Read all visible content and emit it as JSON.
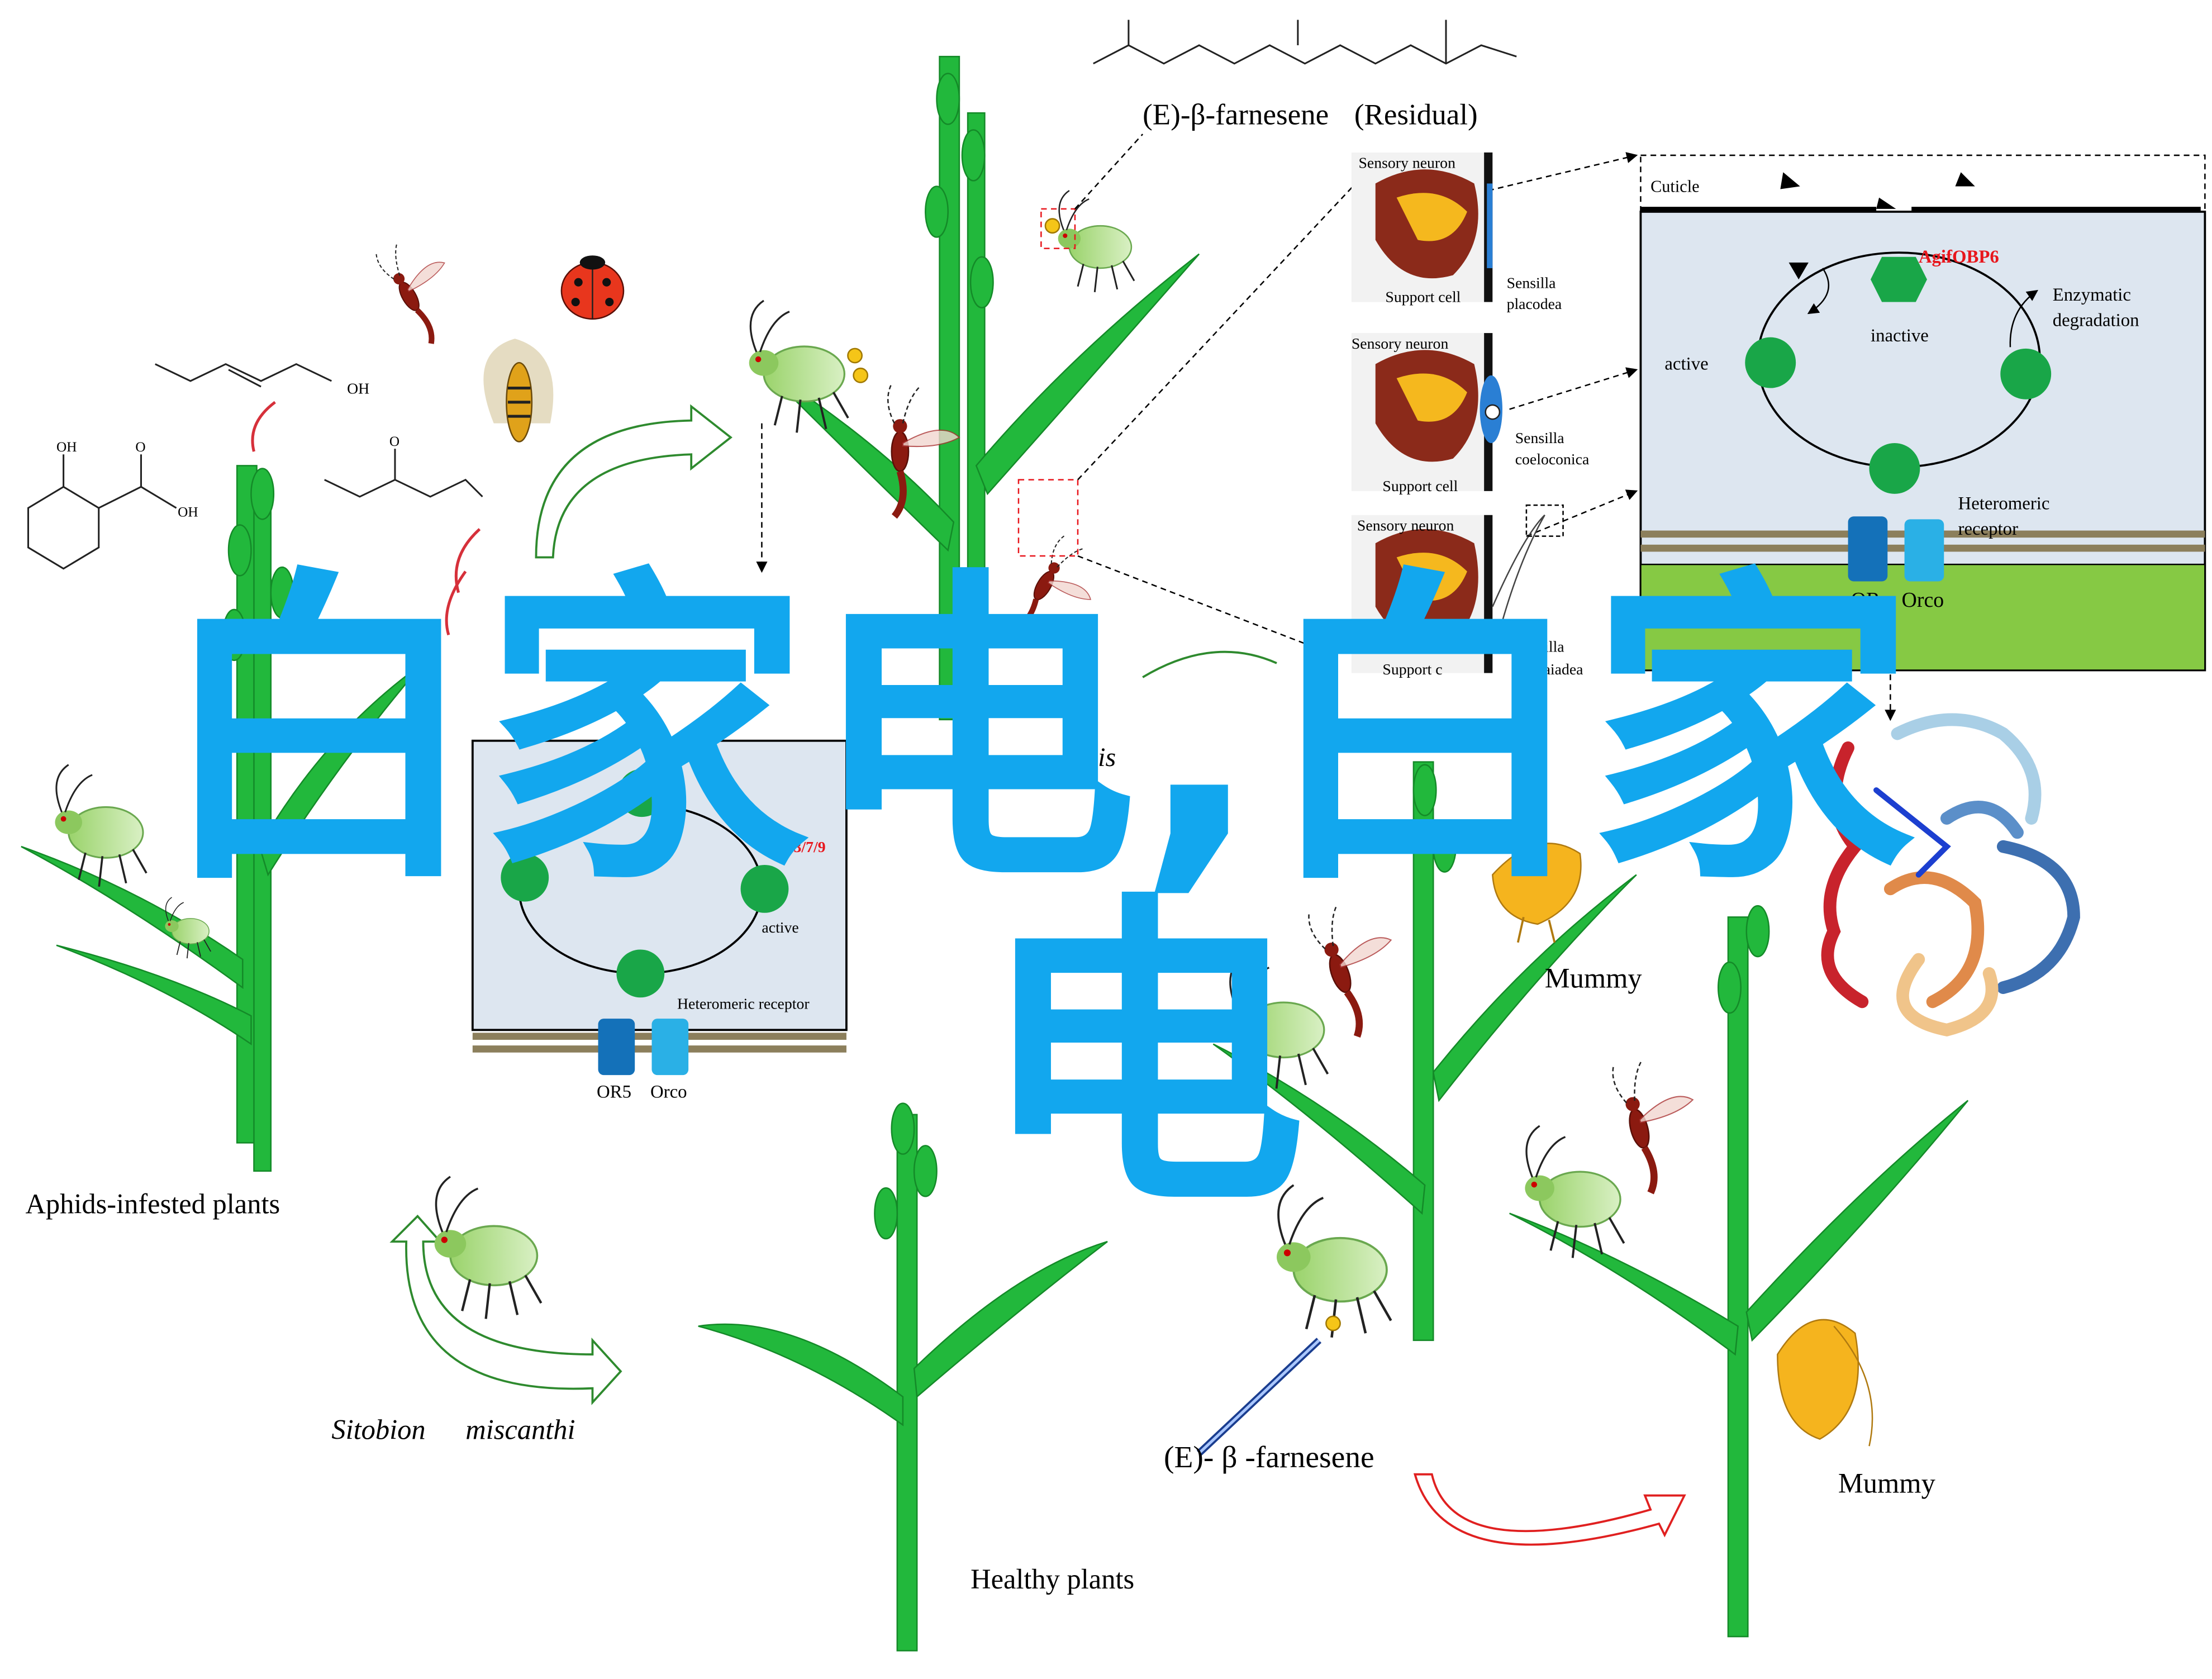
{
  "labels": {
    "farnesene_residual_name": "(E)-β-farnesene",
    "farnesene_residual_tag": "(Residual)",
    "aphids_infested_plants": "Aphids-infested plants",
    "healthy_plants": "Healthy plants",
    "sitobion": "Sitobion",
    "miscanthi": "miscanthi",
    "farnesene_lower": "(E)- β -farnesene",
    "mummy_upper": "Mummy",
    "mummy_lower": "Mummy",
    "species_partial": "ensis"
  },
  "sensilla_panels": [
    {
      "sensory_neuron": "Sensory neuron",
      "support_cell": "Support cell",
      "name_line1": "Sensilla",
      "name_line2": "placodea"
    },
    {
      "sensory_neuron": "Sensory neuron",
      "support_cell": "Support cell",
      "name_line1": "Sensilla",
      "name_line2": "coeloconica"
    },
    {
      "sensory_neuron": "Sensory neuron",
      "support_cell": "Support c",
      "name_line1": "Sensilla",
      "name_line2": "trichaiadea"
    }
  ],
  "right_box": {
    "cuticle": "Cuticle",
    "protein": "AgifOBP6",
    "inactive": "inactive",
    "active": "active",
    "enzymatic_line1": "Enzymatic",
    "enzymatic_line2": "degradation",
    "heteromeric_line1": "Heteromeric",
    "heteromeric_line2": "receptor",
    "or_label": "OR",
    "orco_label": "Orco"
  },
  "left_box": {
    "protein": "OBP3/7/9",
    "inactive_partial": "ctive",
    "active": "active",
    "heteromeric": "Heteromeric receptor",
    "or_label": "OR5",
    "orco_label": "Orco"
  },
  "watermark": {
    "line1": "白家电,白家",
    "line2": "电"
  },
  "icons": [
    "aphid-icon",
    "parasitoid-wasp-icon",
    "ladybird-icon",
    "hoverfly-icon",
    "mummy-icon",
    "obp-protein-structure-icon",
    "cycle-arrow-icon",
    "chemical-structure-icon"
  ],
  "colors": {
    "watermark": "#12a7ee",
    "plant": "#22b83c",
    "box_fill": "#dde6f0",
    "membrane": "#8c7f5c",
    "epidermis": "#86c944",
    "obp_green": "#19a648",
    "or_blue": "#1471b9",
    "orco_blue": "#2ab0e6",
    "red_label": "#e8161c",
    "cycle_green": "#2e8a2e",
    "cycle_red": "#e02020"
  }
}
